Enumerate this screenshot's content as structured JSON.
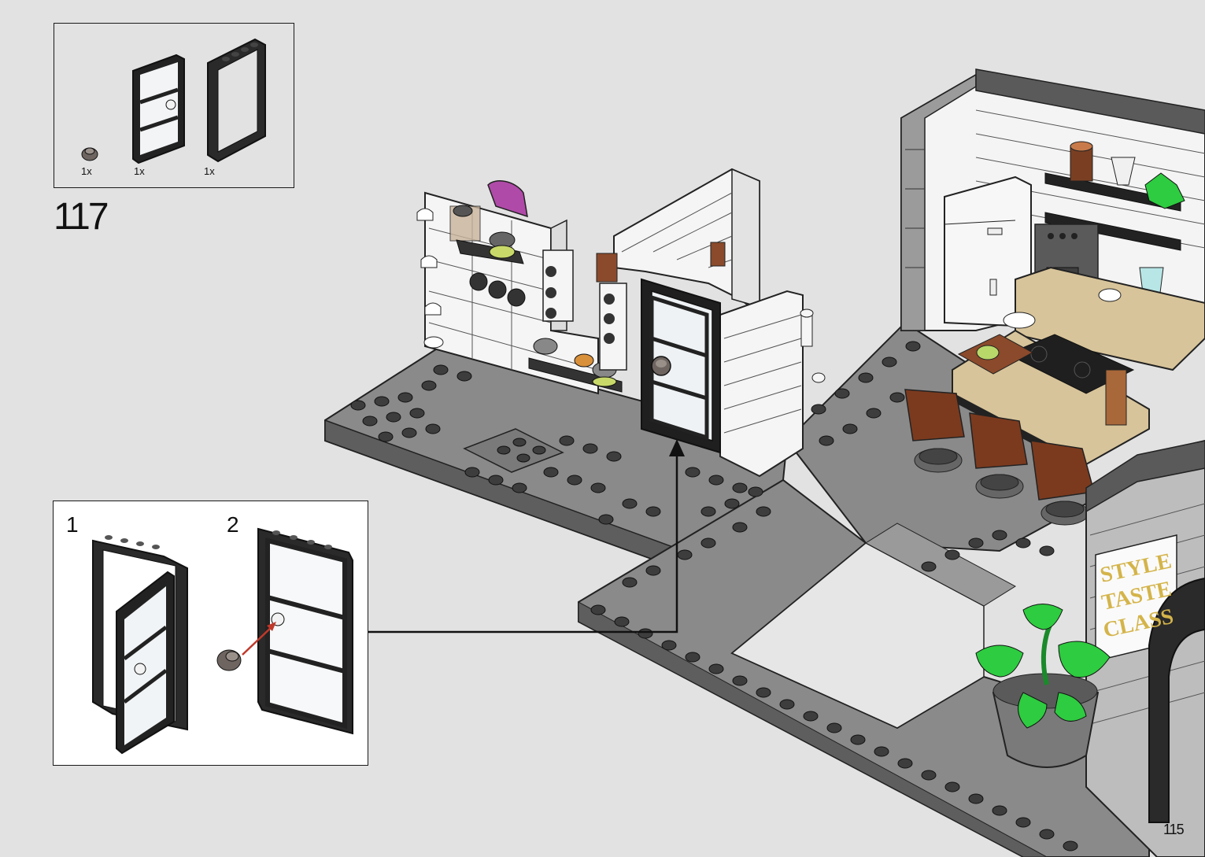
{
  "step": {
    "number": "117"
  },
  "parts": [
    {
      "qty": "1x",
      "icon": "round-plate-dark-gray-icon"
    },
    {
      "qty": "1x",
      "icon": "door-black-transparent-icon"
    },
    {
      "qty": "1x",
      "icon": "door-frame-black-icon"
    }
  ],
  "substeps": [
    {
      "number": "1",
      "icon": "door-insert-into-frame-icon"
    },
    {
      "number": "2",
      "icon": "attach-knob-to-door-icon"
    }
  ],
  "sign": {
    "lines": [
      "STYLE",
      "TASTE",
      "CLASS"
    ]
  },
  "page": {
    "number": "115"
  },
  "colors": {
    "background": "#e2e2e2",
    "brick_gray": "#6b6b6b",
    "light_gray": "#a9a9a9",
    "white_brick": "#f5f5f5",
    "plant_green": "#2ecc40",
    "sign_gold": "#d4b44a",
    "arrow_red": "#c0392b"
  }
}
